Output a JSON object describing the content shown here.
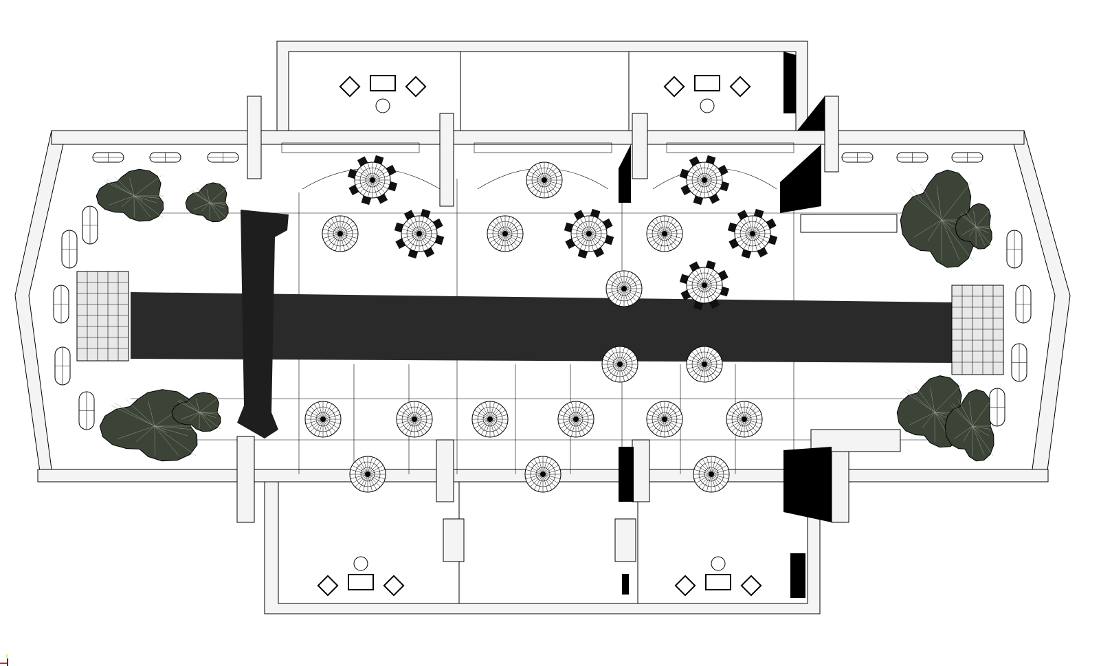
{
  "view": {
    "type": "cad-floor-plan-wireframe",
    "colors": {
      "background": "#ffffff",
      "line": "#000000",
      "wall_fill": "#f4f4f4",
      "wall_shade": "#d8d8d8",
      "carpet": "#2a2a2a",
      "runner": "#1e1e1e",
      "plant": "#3c4438",
      "axis_x": "#e02020",
      "axis_y": "#2020e0",
      "axis_z": "#aaff44"
    },
    "icons": [
      "round-table-icon",
      "chair-icon",
      "plant-icon",
      "window-icon",
      "sofa-icon",
      "axis-gizmo-icon"
    ],
    "counts": {
      "round_tables_with_chairs": 6,
      "round_tables_plain": 16,
      "side_rooms": 6
    }
  }
}
